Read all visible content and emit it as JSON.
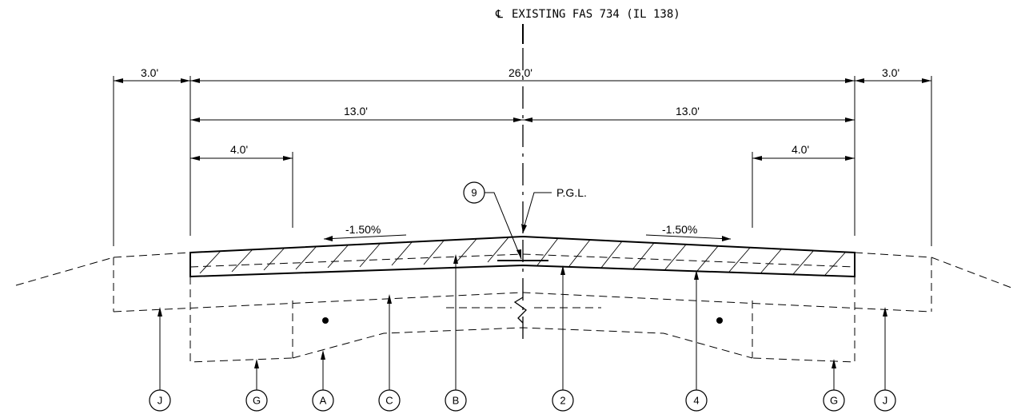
{
  "centerline_symbol": "℄",
  "centerline_label": "EXISTING FAS 734 (IL 138)",
  "dimensions": {
    "left_shoulder": "3.0'",
    "total_width": "26.0'",
    "right_shoulder": "3.0'",
    "left_lane": "13.0'",
    "right_lane": "13.0'",
    "left_offset": "4.0'",
    "right_offset": "4.0'"
  },
  "slopes": {
    "left": "-1.50%",
    "right": "-1.50%"
  },
  "pgl_label": "P.G.L.",
  "callouts": {
    "pgl_marker": "9",
    "bottom": [
      "J",
      "G",
      "A",
      "C",
      "B",
      "2",
      "4",
      "G",
      "J"
    ]
  }
}
